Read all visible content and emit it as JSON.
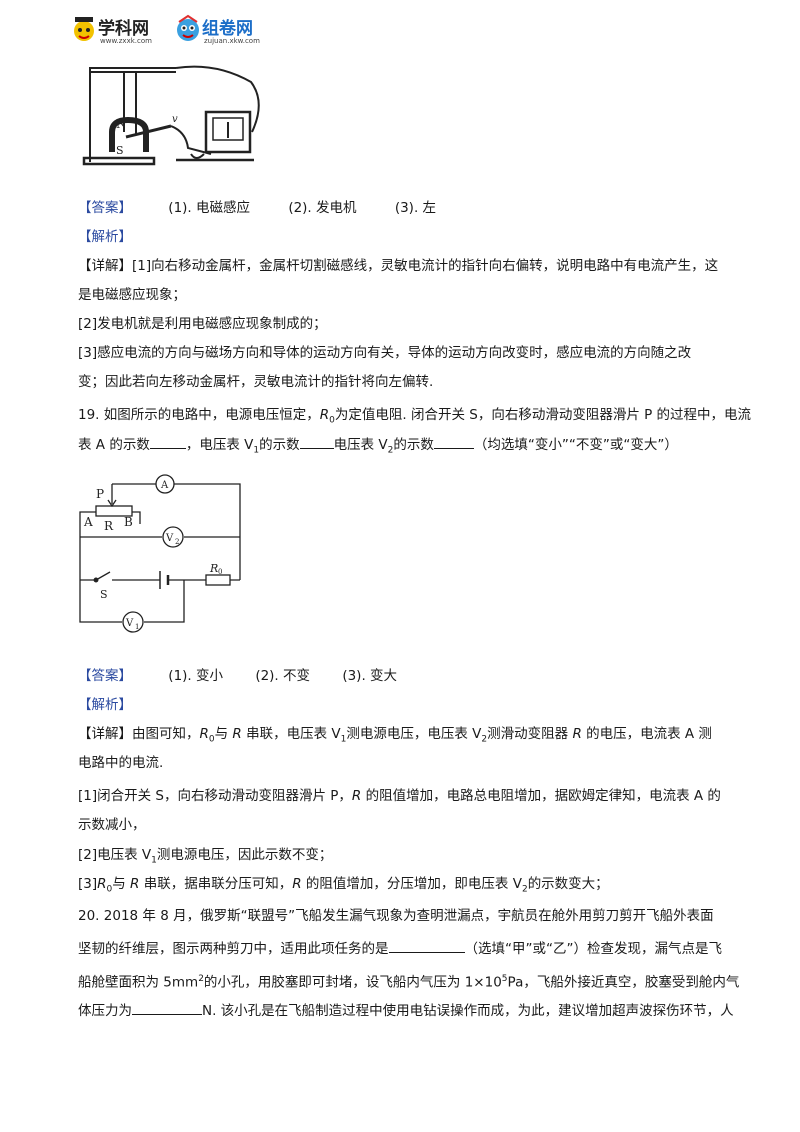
{
  "logos": {
    "xueke": "学科网",
    "xueke_url": "www.zxxk.com",
    "zujuan": "组卷网",
    "zujuan_url": "zujuan.xkw.com"
  },
  "q18": {
    "answer_tag": "【答案】",
    "answers": [
      "(1). 电磁感应",
      "(2). 发电机",
      "(3). 左"
    ],
    "analysis_tag": "【解析】",
    "detail_tag": "【详解】",
    "lines": [
      "[1]向右移动金属杆，金属杆切割磁感线，灵敏电流计的指针向右偏转，说明电路中有电流产生，这",
      "是电磁感应现象；",
      "[2]发电机就是利用电磁感应现象制成的；",
      "[3]感应电流的方向与磁场方向和导体的运动方向有关，导体的运动方向改变时，感应电流的方向随之改",
      "变；因此若向左移动金属杆，灵敏电流计的指针将向左偏转."
    ],
    "fig_labels": {
      "n": "N",
      "s": "S",
      "v": "v"
    }
  },
  "q19": {
    "stem1_a": "19. 如图所示的电路中，电源电压恒定，",
    "stem1_b": "为定值电阻. 闭合开关 S，向右移动滑动变阻器滑片 P 的过程中，电流",
    "stem2_a": "表 A 的示数",
    "stem2_b": "，电压表 V",
    "stem2_c": "的示数",
    "stem2_d": "电压表 V",
    "stem2_e": "的示数",
    "stem2_f": "（均选填“变小”“不变”或“变大”）",
    "answer_tag": "【答案】",
    "answers": [
      "(1). 变小",
      "(2). 不变",
      "(3). 变大"
    ],
    "analysis_tag": "【解析】",
    "detail_tag": "【详解】",
    "d1_a": "由图可知，",
    "d1_b": "与 ",
    "d1_c": " 串联，电压表 V",
    "d1_d": "测电源电压，电压表 V",
    "d1_e": "测滑动变阻器 ",
    "d1_f": " 的电压，电流表 A 测",
    "d2": "电路中的电流.",
    "d3_a": "[1]闭合开关 S，向右移动滑动变阻器滑片 P，",
    "d3_b": " 的阻值增加，电路总电阻增加，据欧姆定律知，电流表 A 的",
    "d4": "示数减小，",
    "d5_a": "[2]电压表 V",
    "d5_b": "测电源电压，因此示数不变；",
    "d6_a": "[3]",
    "d6_b": "与 ",
    "d6_c": " 串联，据串联分压可知，",
    "d6_d": " 的阻值增加，分压增加，即电压表 V",
    "d6_e": "的示数变大；",
    "sym_R": "R",
    "sym_0": "0",
    "sym_1": "1",
    "sym_2": "2",
    "fig": {
      "p": "P",
      "a": "A",
      "r": "R",
      "b": "B",
      "ammeter": "A",
      "v2": "V",
      "v1": "V",
      "s": "S",
      "r0": "R",
      "sub0": "0",
      "sub1": "1",
      "sub2": "2"
    }
  },
  "q20": {
    "l1": "20. 2018 年 8 月，俄罗斯“联盟号”飞船发生漏气现象为查明泄漏点，宇航员在舱外用剪刀剪开飞船外表面",
    "l2_a": "坚韧的纤维层，图示两种剪刀中，适用此项任务的是",
    "l2_b": "（选填“甲”或“乙”）检查发现，漏气点是飞",
    "l3_a": "船舱壁面积为 5mm",
    "l3_sup": "2",
    "l3_b": "的小孔，用胶塞即可封堵，设飞船内气压为 1×10",
    "l3_sup2": "5",
    "l3_c": "Pa，飞船外接近真空，胶塞受到舱内气",
    "l4_a": "体压力为",
    "l4_b": "N. 该小孔是在飞船制造过程中使用电钻误操作而成，为此，建议增加超声波探伤环节，人"
  }
}
